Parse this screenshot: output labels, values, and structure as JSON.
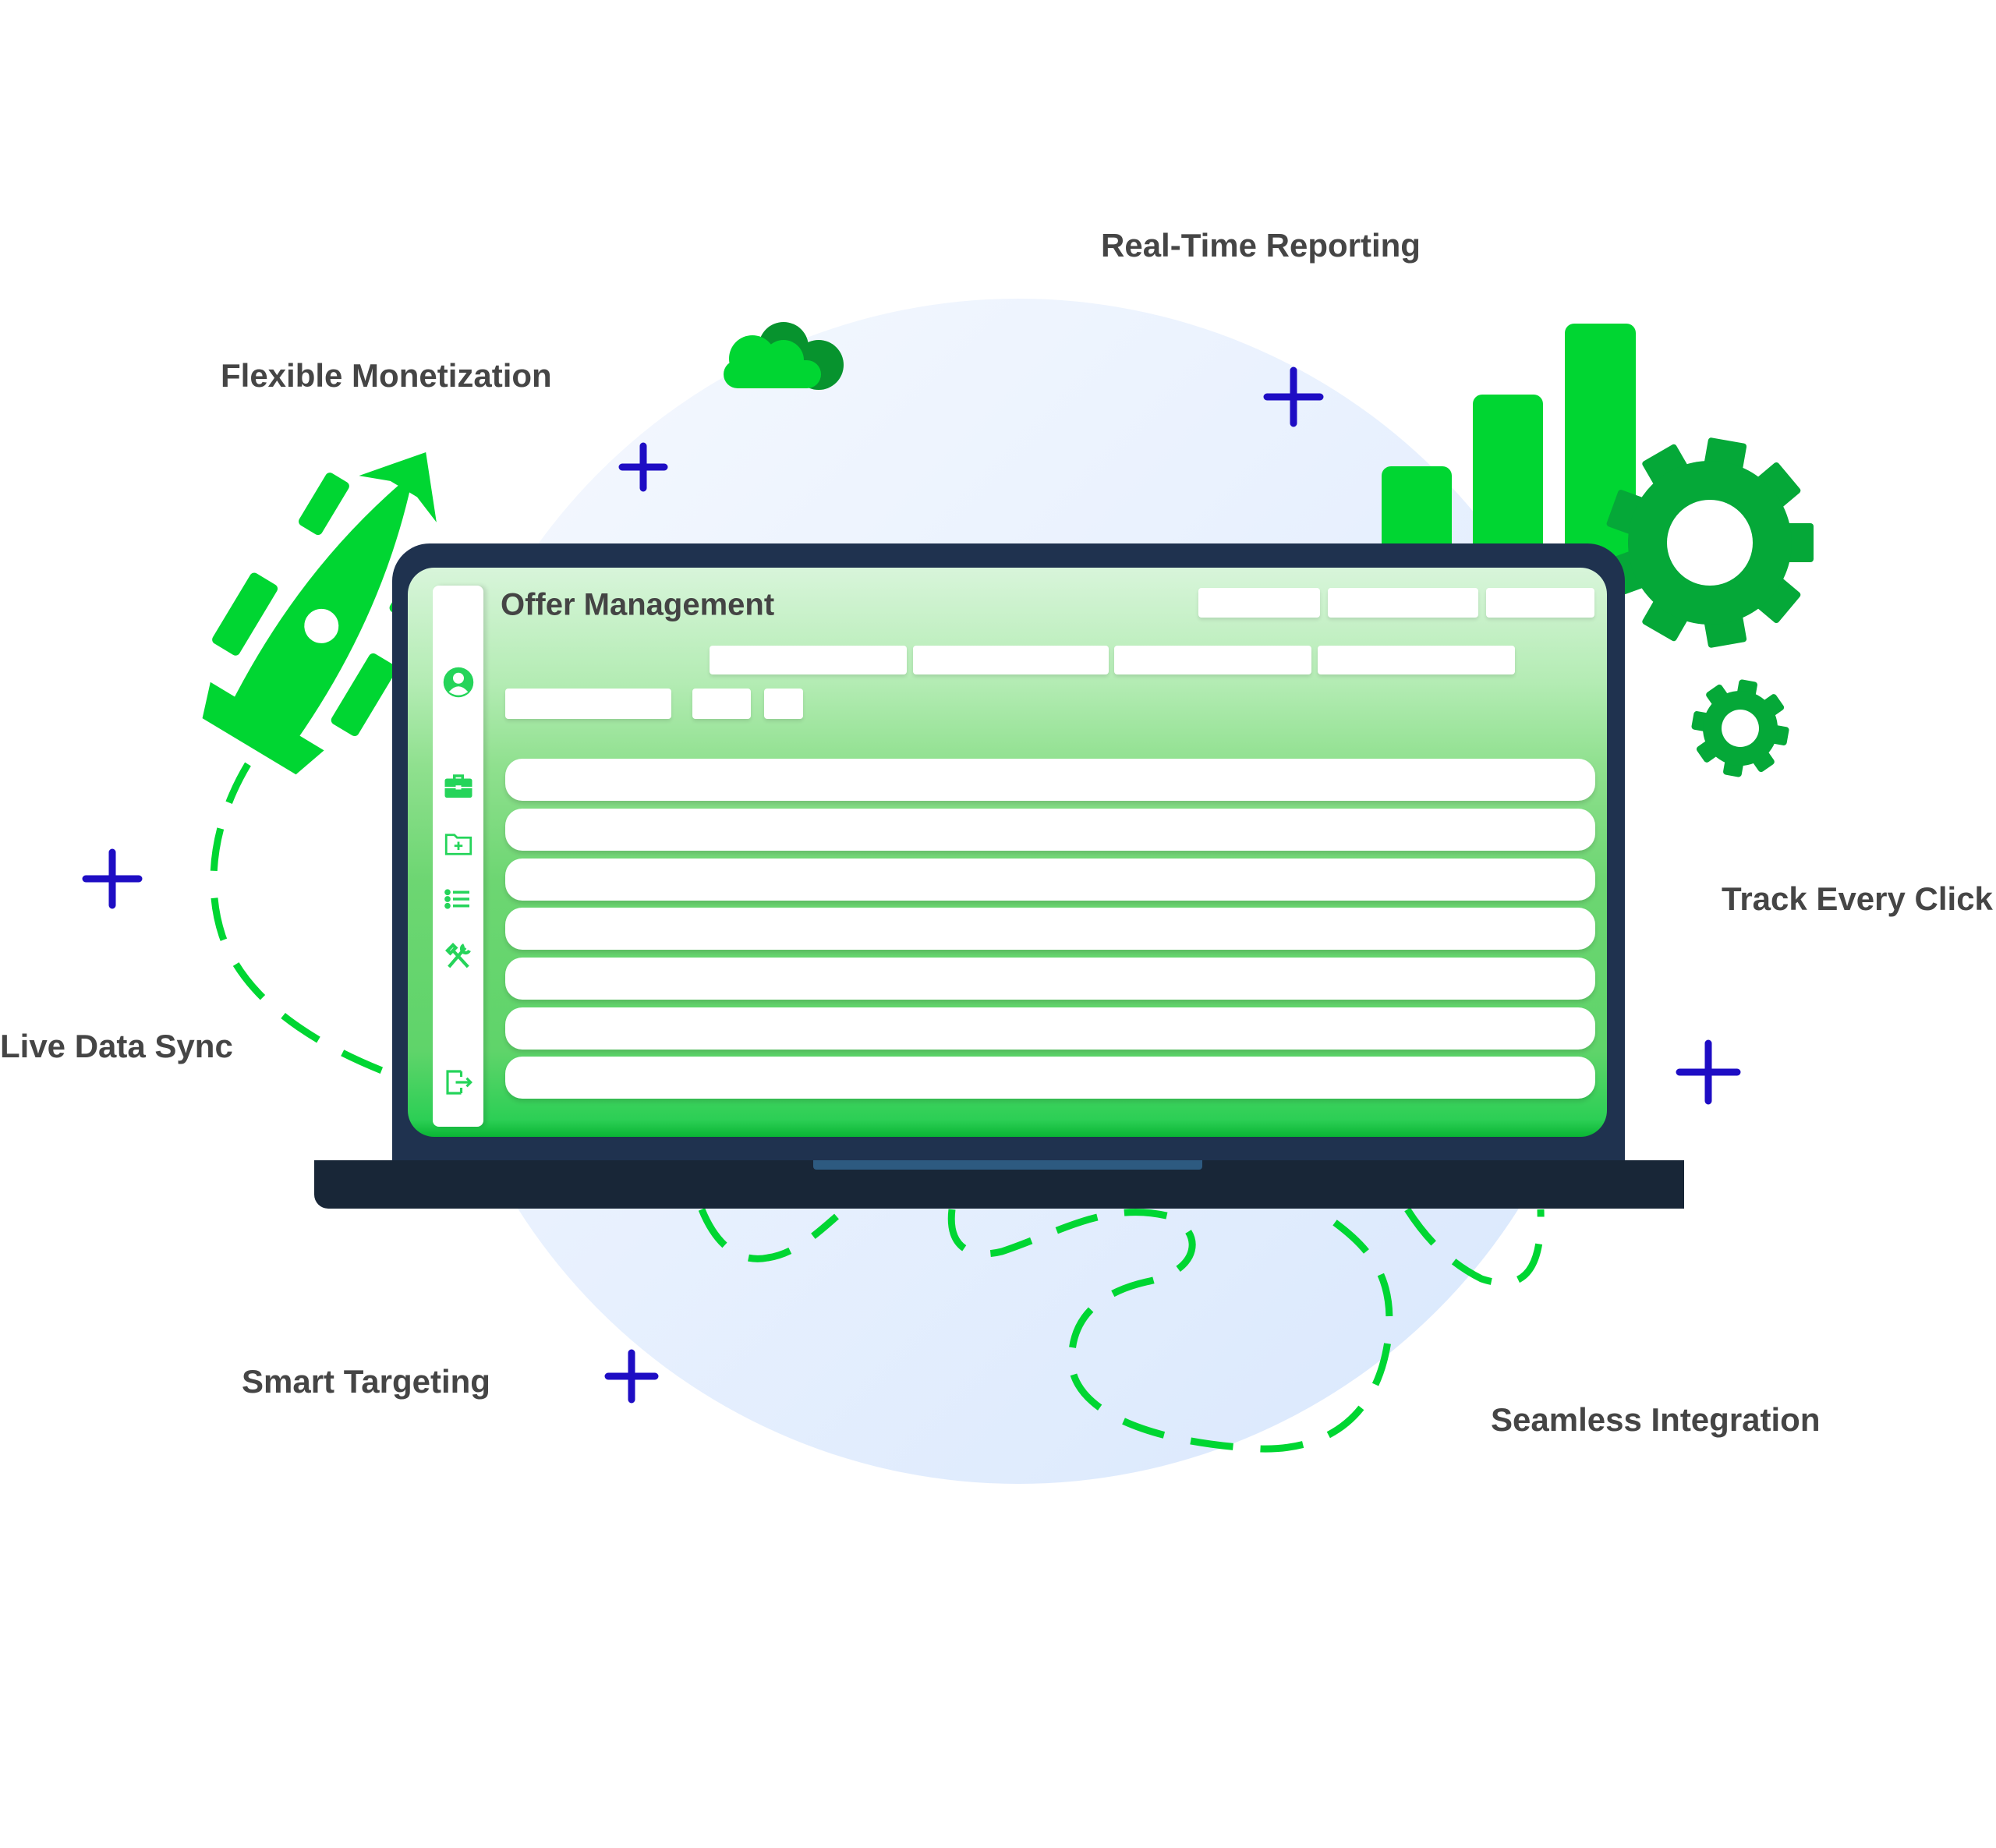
{
  "features": {
    "real_time_reporting": "Real-Time Reporting",
    "flexible_monetization": "Flexible Monetization",
    "track_every_click": "Track Every Click",
    "live_data_sync": "Live Data Sync",
    "smart_targeting": "Smart Targeting",
    "seamless_integration": "Seamless Integration"
  },
  "app": {
    "title": "Offer Management",
    "sidebar_icons": [
      "user-icon",
      "briefcase-icon",
      "folder-add-icon",
      "list-icon",
      "tools-icon",
      "logout-icon"
    ],
    "list_row_count": 7
  },
  "colors": {
    "green": "#00d632",
    "dark_green": "#05a838",
    "accent_blue": "#1e0dc4",
    "bezel": "#1f324f",
    "label": "#454545"
  }
}
